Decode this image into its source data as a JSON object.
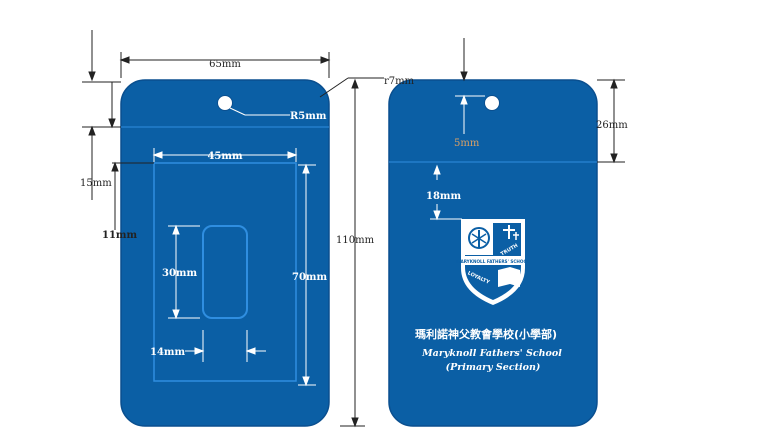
{
  "colors": {
    "card": "#0b5fa5",
    "card_edge": "#0a4f8f",
    "window_line": "#2f8ee0",
    "white": "#ffffff",
    "orange_label": "#d9a066"
  },
  "dimensions": {
    "width": "65mm",
    "corner_radius": "r7mm",
    "hole_radius": "R5mm",
    "height": "110mm",
    "top_band": "15mm",
    "top_offset": "11mm",
    "window_width": "45mm",
    "window_height": "70mm",
    "slot_height": "30mm",
    "slot_gap": "14mm",
    "back_band": "26mm",
    "back_hole_offset": "5mm",
    "logo_offset": "18mm"
  },
  "school": {
    "name_cn": "瑪利諾神父教會學校(小學部)",
    "name_en": "Maryknoll Fathers' School",
    "section_en": "(Primary Section)",
    "crest_text_1": "MARYKNOLL FATHERS' SCHOOL",
    "crest_text_2": "TRUTH",
    "crest_text_3": "LOYALTY"
  },
  "icons": [
    "school-crest-icon",
    "lanyard-hole-icon"
  ]
}
